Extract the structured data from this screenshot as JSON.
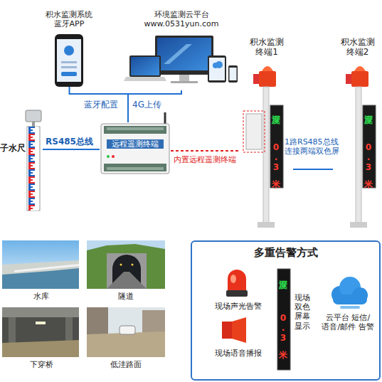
{
  "diagram": {
    "nodes": [
      {
        "text": [
          "积水监测系统 蓝牙APP"
        ]
      },
      {
        "text": [
          "环境监测云平台 www.0531yun.com"
        ]
      },
      {
        "text": [
          "子水尺"
        ]
      },
      {
        "text": [
          "远程遥测终端"
        ]
      },
      {
        "text": [
          "积水监测 终端1"
        ]
      },
      {
        "text": [
          "积水监测 终端2"
        ]
      },
      {
        "text": [
          "水库"
        ]
      },
      {
        "text": [
          "隧道"
        ]
      },
      {
        "text": [
          "下穿桥"
        ]
      },
      {
        "text": [
          "低洼路面"
        ]
      },
      {
        "text": [
          "多重告警方式"
        ]
      },
      {
        "text": [
          "现场声光告警"
        ],
        "in": 10
      },
      {
        "text": [
          "现场语音播报"
        ],
        "in": 10
      },
      {
        "text": [
          "现场双色屏幕显示"
        ],
        "in": 10
      },
      {
        "text": [
          "云平台 短信/语音/邮件 告警"
        ],
        "in": 10
      }
    ],
    "edges": [
      {
        "from": 0,
        "to": 3,
        "label": "蓝牙配置",
        "arrow": "none"
      },
      {
        "from": 1,
        "to": 3,
        "label": "4G上传",
        "arrow": "none"
      },
      {
        "from": 2,
        "to": 3,
        "label": "RS485总线",
        "arrow": "none"
      },
      {
        "from": 3,
        "to": 4,
        "label": "内置远程遥测终端",
        "arrow": "none"
      },
      {
        "from": 4,
        "to": 5,
        "label": "1路RS485总线 连接两端双色屏",
        "arrow": "none"
      }
    ],
    "labels": [
      "深度",
      "0.3米",
      "深度",
      "0.3米",
      "深度",
      "0.3米"
    ]
  }
}
